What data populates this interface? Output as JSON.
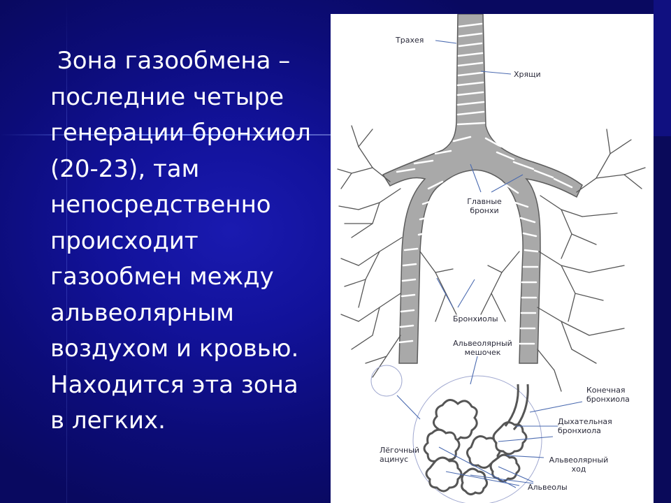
{
  "text_lines": [
    "Зона газообмена –",
    "последние четыре",
    "генерации бронхиол",
    "(20-23), там",
    "непосредственно",
    "происходит",
    "газообмен между",
    "альвеолярным",
    "воздухом и кровью.",
    "Находится эта зона",
    "в легких."
  ],
  "figure_labels": {
    "trachea": "Трахея",
    "cartilage": "Хрящи",
    "main_bronchi_1": "Главные",
    "main_bronchi_2": "бронхи",
    "bronchioles": "Бронхиолы",
    "alveolar_sac_1": "Альвеолярный",
    "alveolar_sac_2": "мешочек",
    "terminal_bronchiole_1": "Конечная",
    "terminal_bronchiole_2": "бронхиола",
    "respiratory_bronchiole_1": "Дыхательная",
    "respiratory_bronchiole_2": "бронхиола",
    "pulmonary_acinus_1": "Лёгочный",
    "pulmonary_acinus_2": "ацинус",
    "alveolar_duct_1": "Альвеолярный",
    "alveolar_duct_2": "ход",
    "alveoli": "Альвеолы"
  },
  "colors": {
    "background": "#0c0c6a",
    "text": "#ffffff",
    "airway_fill": "#a8a8a8",
    "airway_outline": "#5a5a5a",
    "label": "#2a2a3a",
    "pointer": "#4a6ab0"
  }
}
